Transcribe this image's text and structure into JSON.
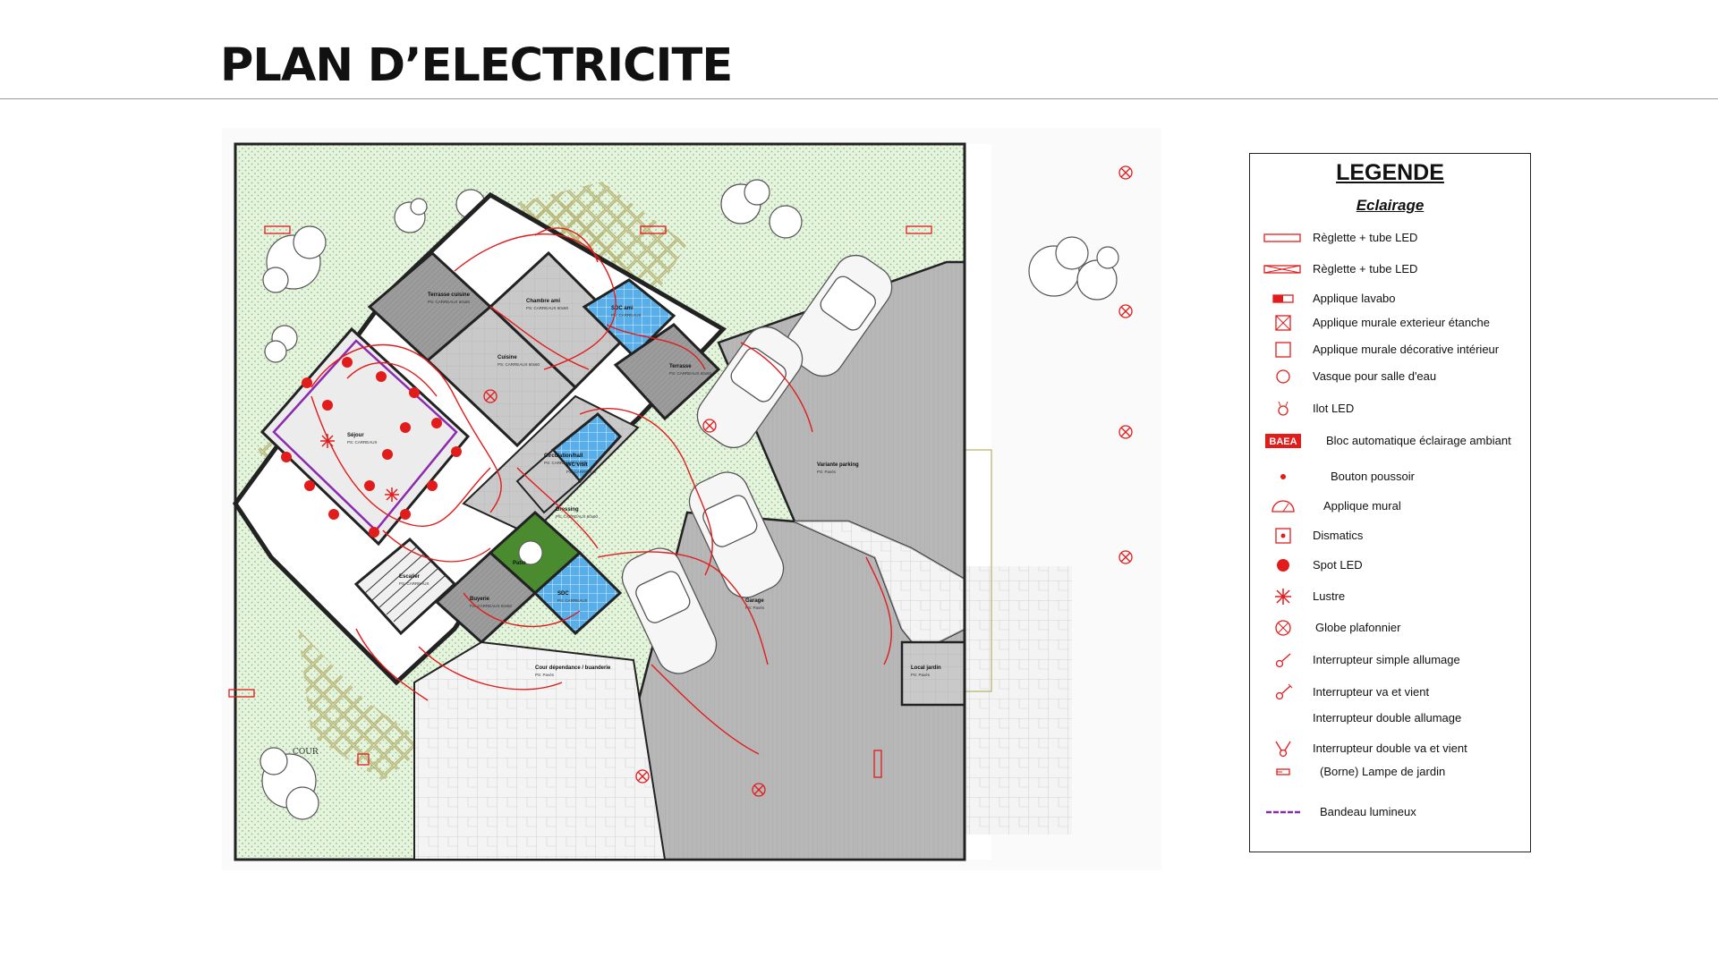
{
  "page": {
    "title": "PLAN D’ELECTRICITE"
  },
  "colors": {
    "electric": "#e21b1b",
    "wall": "#222222",
    "room_fill": "#a9a9a9",
    "bath_fill": "#4fa7ea",
    "garden_fill": "#d8efd0",
    "paving": "#b9b37a",
    "ambient_strip": "#8b2bb0",
    "patio_green": "#4a8b2f"
  },
  "rooms": [
    {
      "id": "terrasse-cuisine",
      "name": "Terrasse cuisine",
      "info": "PS: CARREAUX 60x60"
    },
    {
      "id": "chambre-ami",
      "name": "Chambre ami",
      "info": "PS: CARREAUX 60x60"
    },
    {
      "id": "sdc-ami",
      "name": "SDC ami",
      "info": "PS: CARREAUX"
    },
    {
      "id": "cuisine",
      "name": "Cuisine",
      "info": "PS: CARREAUX 60x60"
    },
    {
      "id": "terrasse",
      "name": "Terrasse",
      "info": "PS: CARREAUX 60x60"
    },
    {
      "id": "sejour",
      "name": "Séjour",
      "info": "PS: CARREAUX"
    },
    {
      "id": "circulation",
      "name": "Circulation/hall",
      "info": "PS: CARREAUX 60x60"
    },
    {
      "id": "wc",
      "name": "WC visit",
      "info": "PS: CARREAUX"
    },
    {
      "id": "dressing",
      "name": "Dressing",
      "info": "PS: CARREAUX 60x60"
    },
    {
      "id": "escalier",
      "name": "Escalier",
      "info": "PS: CARREAUX"
    },
    {
      "id": "patio",
      "name": "Patio",
      "info": ""
    },
    {
      "id": "buanderie",
      "name": "Buyerie",
      "info": "PS: CARREAUX 60x60"
    },
    {
      "id": "sdc",
      "name": "SDC",
      "info": "PS: CARREAUX"
    },
    {
      "id": "variante-parking",
      "name": "Variante parking",
      "info": "PS: Pavés"
    },
    {
      "id": "garage",
      "name": "Garage",
      "info": "PS: Pavés"
    },
    {
      "id": "local-jardin",
      "name": "Local jardin",
      "info": "PS: Pavés"
    },
    {
      "id": "cour-dependance",
      "name": "Cour dépendance / buanderie",
      "info": "PS: Pavés"
    }
  ],
  "plan_labels": {
    "cour": "COUR"
  },
  "legend": {
    "title": "LEGENDE",
    "subtitle": "Eclairage",
    "items": [
      {
        "icon": "reglette-led-icon",
        "label": "Règlette + tube LED"
      },
      {
        "icon": "reglette-led-crossed-icon",
        "label": "Règlette + tube LED"
      },
      {
        "icon": "applique-lavabo-icon",
        "label": "Applique lavabo"
      },
      {
        "icon": "applique-exterieur-icon",
        "label": "Applique murale exterieur étanche"
      },
      {
        "icon": "applique-decorative-icon",
        "label": "Applique murale décorative intérieur"
      },
      {
        "icon": "vasque-icon",
        "label": "Vasque pour salle d'eau"
      },
      {
        "icon": "ilot-led-icon",
        "label": "Ilot LED"
      },
      {
        "icon": "baea-icon",
        "label": "Bloc automatique éclairage ambiant",
        "badge": "BAEA"
      },
      {
        "icon": "bouton-poussoir-icon",
        "label": "Bouton poussoir"
      },
      {
        "icon": "applique-mural-icon",
        "label": "Applique mural"
      },
      {
        "icon": "dismatics-icon",
        "label": "Dismatics"
      },
      {
        "icon": "spot-led-icon",
        "label": "Spot LED"
      },
      {
        "icon": "lustre-icon",
        "label": "Lustre"
      },
      {
        "icon": "globe-plafonnier-icon",
        "label": "Globe plafonnier"
      },
      {
        "icon": "interrupteur-simple-icon",
        "label": "Interrupteur simple allumage"
      },
      {
        "icon": "interrupteur-va-et-vient-icon",
        "label": "Interrupteur va et vient"
      },
      {
        "icon": "",
        "label": "Interrupteur double allumage"
      },
      {
        "icon": "interrupteur-double-va-et-vient-icon",
        "label": "Interrupteur double va et vient"
      },
      {
        "icon": "lampe-jardin-icon",
        "label": "(Borne) Lampe de jardin"
      },
      {
        "icon": "bandeau-lumineux-icon",
        "label": "Bandeau lumineux"
      }
    ]
  }
}
